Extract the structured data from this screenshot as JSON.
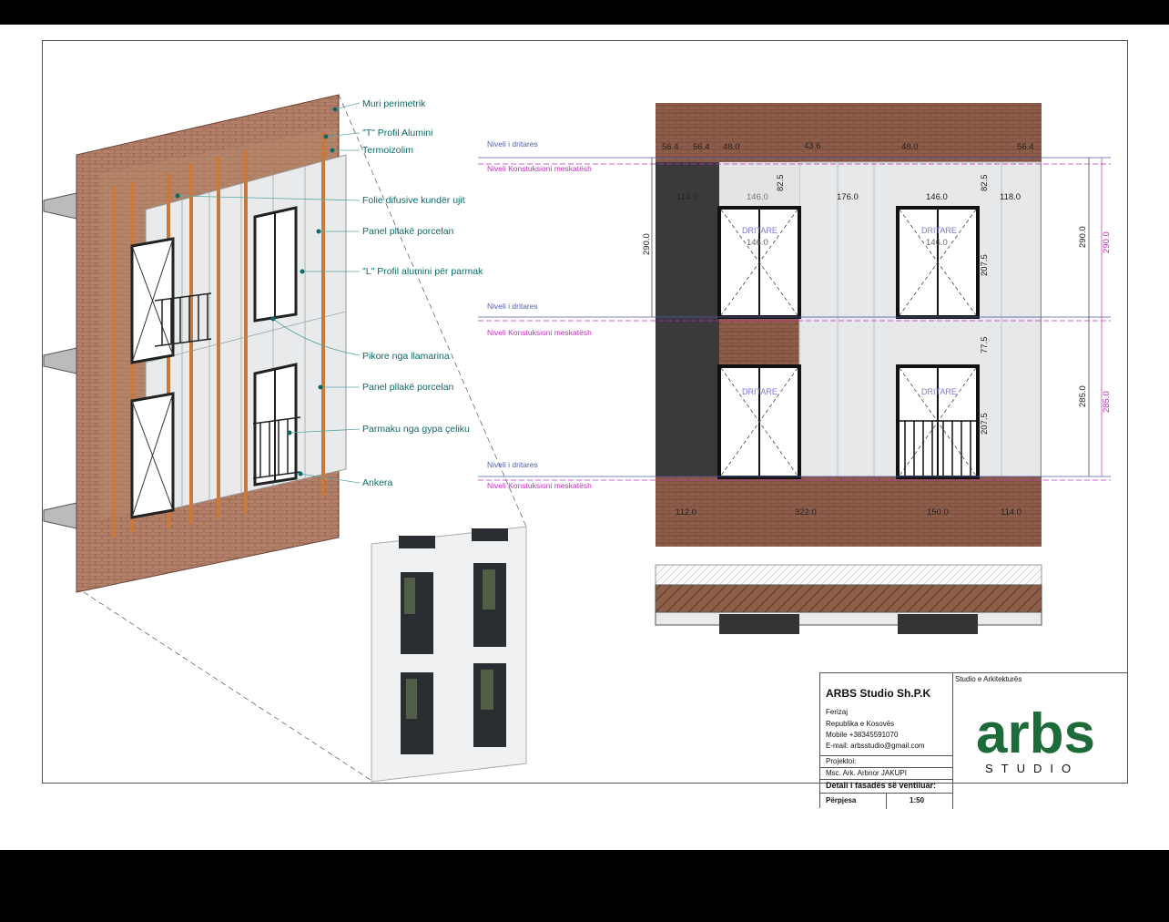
{
  "axon_labels": [
    "Muri perimetrik",
    "\"T\" Profil Alumini",
    "Termoizolim",
    "Folie difusive kundër ujit",
    "Panel pllakë porcelan",
    "\"L\" Profil alumini për parmak",
    "Pikore nga llamarina",
    "Panel pllakë porcelan",
    "Parmaku nga gypa çeliku",
    "Ankera"
  ],
  "levels": {
    "window_level": "Niveli i dritares",
    "structural_level": "Niveli Konstuksioni meskatësh"
  },
  "top_dims": [
    "56.4",
    "56.4",
    "48.0",
    "43.6",
    "48.0",
    "56.4"
  ],
  "row_dims": [
    "114.0",
    "146.0",
    "176.0",
    "146.0",
    "118.0"
  ],
  "window_inner_dims": [
    "146.0",
    "146.0"
  ],
  "small_dims": [
    "82.5",
    "82.5",
    "77.5"
  ],
  "vertical_dims": {
    "left": "290.0",
    "right_top": "290.0",
    "right_top_mag": "290.0",
    "right_bottom": "285.0",
    "right_bottom_mag": "285.0",
    "win_top": "207.5",
    "win_bottom": "207.5"
  },
  "bottom_dims": [
    "112.0",
    "322.0",
    "150.0",
    "114.0"
  ],
  "window_label": "DRITARE",
  "colors": {
    "brick": "#8a5a48",
    "panel": "#e6e8ea",
    "accent_teal": "#0a6b66",
    "level_blue": "#555ea8",
    "level_magenta": "#c02fb8",
    "logo_green": "#1e6b3a"
  },
  "title_block": {
    "header": "Studio e Arkitekturës",
    "company": "ARBS Studio Sh.P.K",
    "city": "Ferizaj",
    "country": "Republika e Kosovës",
    "mobile": "Mobile +38345591070",
    "email": "E-mail: arbsstudio@gmail.com",
    "project_label": "Projektoi:",
    "architect": "Msc. Ark. Arbnor JAKUPI",
    "drawing_title": "Detali i fasadës së ventiluar:",
    "scale_label": "Përpjesa",
    "scale_value": "1:50",
    "logo_text": "arbs",
    "logo_sub": "STUDIO"
  }
}
